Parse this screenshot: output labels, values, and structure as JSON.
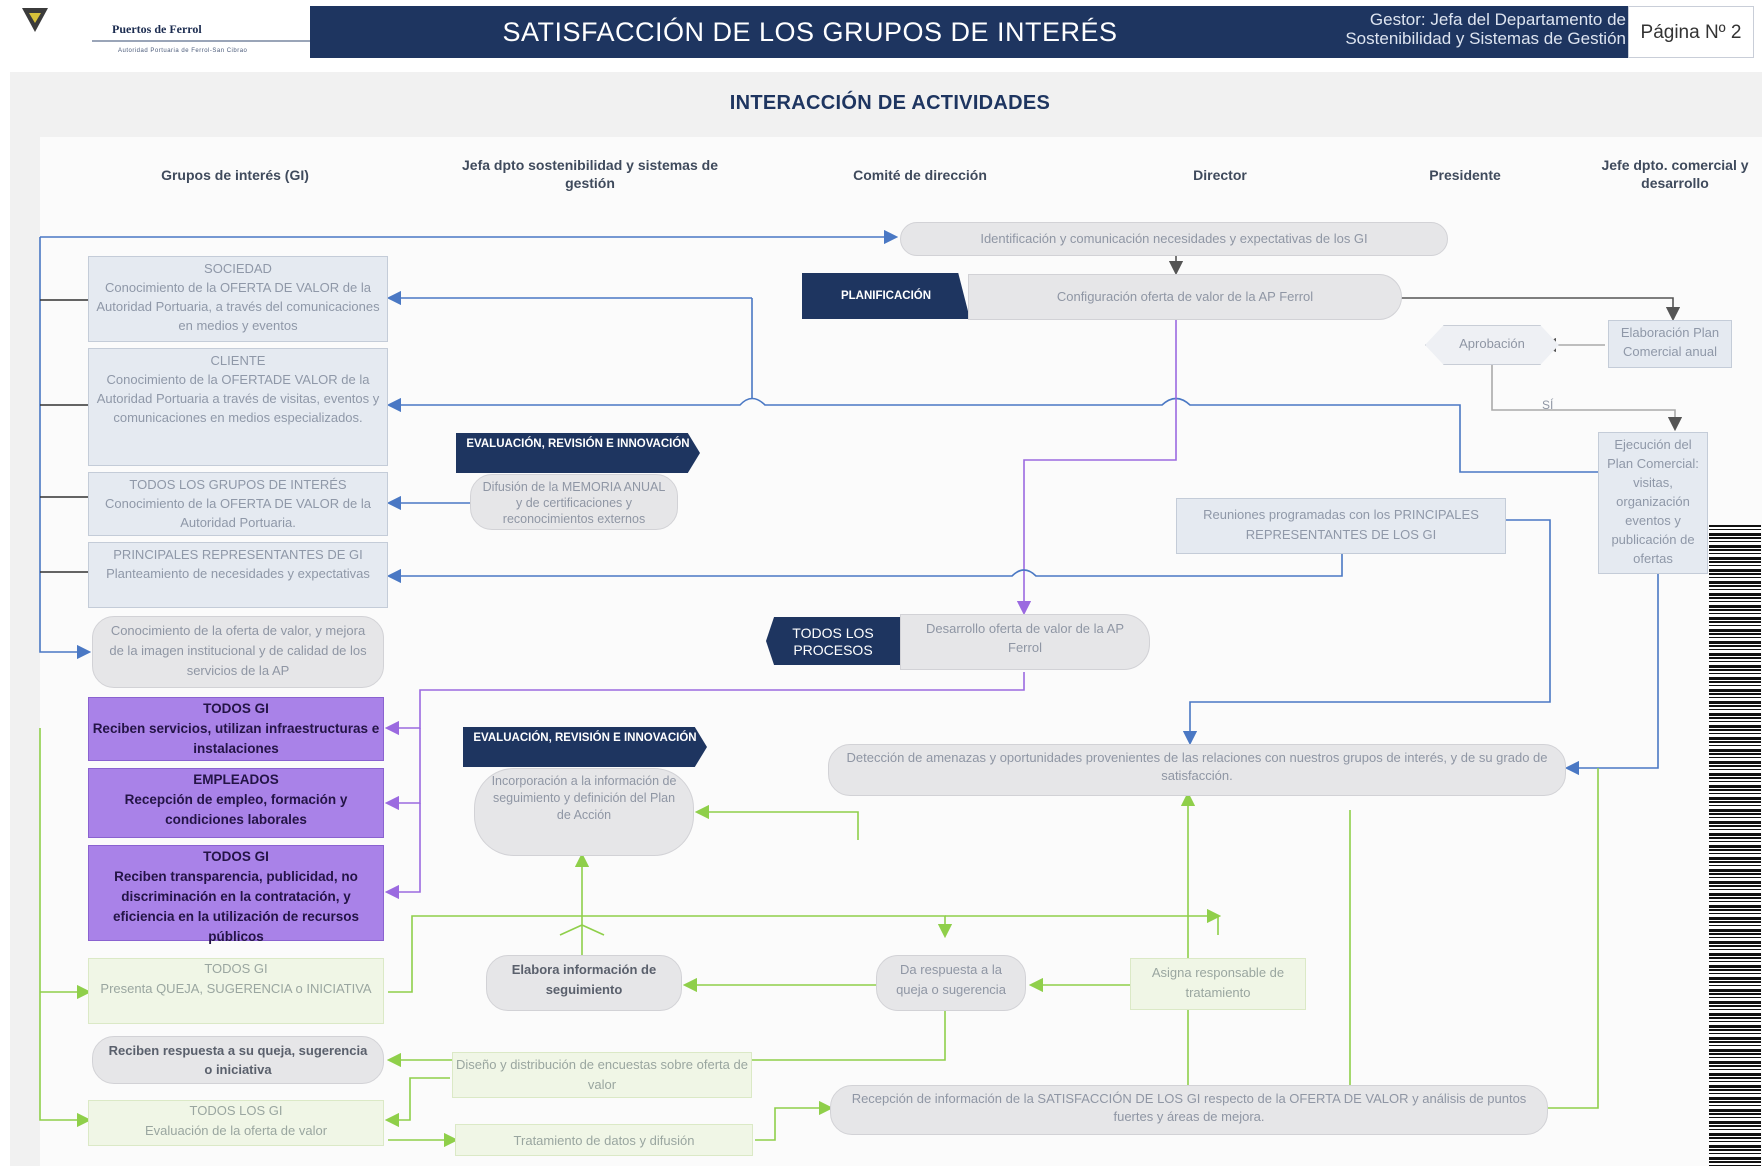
{
  "header": {
    "logo_text": "Puertos de Ferrol",
    "logo_subtext": "Autoridad Portuaria de Ferrol-San Cibrao",
    "title": "SATISFACCIÓN DE LOS GRUPOS DE INTERÉS",
    "gestor_line1": "Gestor: Jefa del Departamento de",
    "gestor_line2": "Sostenibilidad y Sistemas de Gestión",
    "page": "Página Nº 2"
  },
  "diagram": {
    "title": "INTERACCIÓN DE ACTIVIDADES",
    "lanes": [
      "Grupos de interés (GI)",
      "Jefa dpto sostenibilidad y sistemas de gestión",
      "Comité de dirección",
      "Director",
      "Presidente",
      "Jefe dpto. comercial y desarrollo"
    ],
    "nodes": {
      "identificacion": "Identificación y comunicación necesidades y expectativas de los GI",
      "planificacion_tag": "PLANIFICACIÓN",
      "configuracion": "Configuración oferta de valor de la AP Ferrol",
      "aprobacion": "Aprobación",
      "si": "SÍ",
      "elaboracion_plan": "Elaboración Plan Comercial anual",
      "ejecucion_plan": "Ejecución del Plan Comercial: visitas, organización eventos y publicación de ofertas",
      "sociedad": "SOCIEDAD\nConocimiento de la OFERTA DE VALOR de la Autoridad Portuaria, a través del comunicaciones en medios y eventos",
      "cliente": "CLIENTE\nConocimiento de la OFERTADE VALOR de la Autoridad Portuaria a través de visitas, eventos y comunicaciones en medios especializados.",
      "todos_gi_1": "TODOS LOS GRUPOS DE INTERÉS\nConocimiento de la OFERTA DE VALOR de la Autoridad Portuaria.",
      "principales": "PRINCIPALES REPRESENTANTES DE GI\nPlanteamiento de necesidades y expectativas",
      "eval_tag_1": "EVALUACIÓN, REVISIÓN E INNOVACIÓN",
      "difusion_memoria": "Difusión de la MEMORIA ANUAL y de certificaciones y reconocimientos externos",
      "reuniones": "Reuniones programadas con los PRINCIPALES REPRESENTANTES DE LOS GI",
      "conocimiento_oferta": "Conocimiento de la oferta de valor, y mejora de la imagen institucional y de calidad de los servicios de la AP",
      "procesos_tag": "TODOS LOS PROCESOS",
      "desarrollo_oferta": "Desarrollo oferta de valor de la AP Ferrol",
      "todos_gi_servicios": "TODOS GI\nReciben servicios, utilizan infraestructuras e instalaciones",
      "empleados": "EMPLEADOS\nRecepción de empleo, formación y condiciones laborales",
      "todos_gi_transparencia": "TODOS GI\nReciben transparencia, publicidad, no discriminación en la contratación, y eficiencia en la utilización de recursos públicos",
      "eval_tag_2": "EVALUACIÓN, REVISIÓN E INNOVACIÓN",
      "incorporacion": "Incorporación a la información de seguimiento y definición del Plan de Acción",
      "deteccion": "Detección de amenazas y oportunidades provenientes de las relaciones con nuestros grupos de interés, y de su grado de satisfacción.",
      "queja": "TODOS GI\nPresenta QUEJA, SUGERENCIA o INICIATIVA",
      "elabora_info": "Elabora información de seguimiento",
      "da_respuesta": "Da respuesta a la queja o sugerencia",
      "asigna": "Asigna responsable de tratamiento",
      "reciben_respuesta": "Reciben respuesta a su queja, sugerencia o iniciativa",
      "diseno_encuestas": "Diseño y distribución de encuestas sobre oferta de valor",
      "evaluacion_oferta": "TODOS LOS GI\nEvaluación de la oferta de valor",
      "tratamiento_datos": "Tratamiento de datos y difusión",
      "recepcion_info": "Recepción de información de la SATISFACCIÓN DE LOS GI respecto de la OFERTA DE VALOR y análisis de puntos fuertes y áreas de mejora."
    }
  },
  "colors": {
    "navy": "#1e3560",
    "blue_arrow": "#4a78c4",
    "purple_arrow": "#9b6ae0",
    "green_arrow": "#8fcf4a",
    "gray_line": "#666666"
  }
}
